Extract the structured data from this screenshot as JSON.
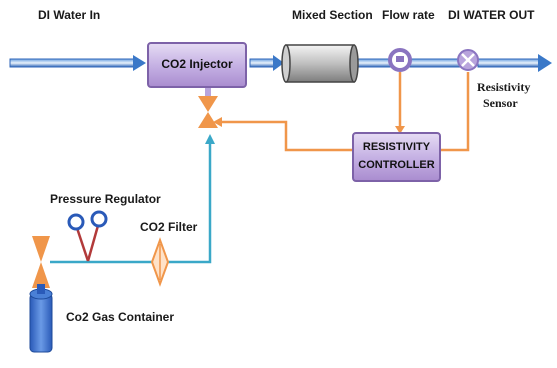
{
  "labels": {
    "di_water_in": "DI Water In",
    "mixed_section": "Mixed Section",
    "flow_rate": "Flow rate",
    "di_water_out": "DI WATER OUT",
    "co2_injector": "CO2 Injector",
    "resistivity": "Resistivity",
    "sensor": "Sensor",
    "resistivity_controller_line1": "RESISTIVITY",
    "resistivity_controller_line2": "CONTROLLER",
    "pressure_regulator": "Pressure Regulator",
    "co2_filter": "CO2 Filter",
    "co2_gas_container": "Co2 Gas Container"
  },
  "colors": {
    "water_pipe": "#3a78c8",
    "gas_pipe": "#3aa8c8",
    "signal_line": "#f0964a",
    "box_fill": "#c8b4e6",
    "box_stroke": "#7d62a8",
    "valve": "#f0964a"
  }
}
